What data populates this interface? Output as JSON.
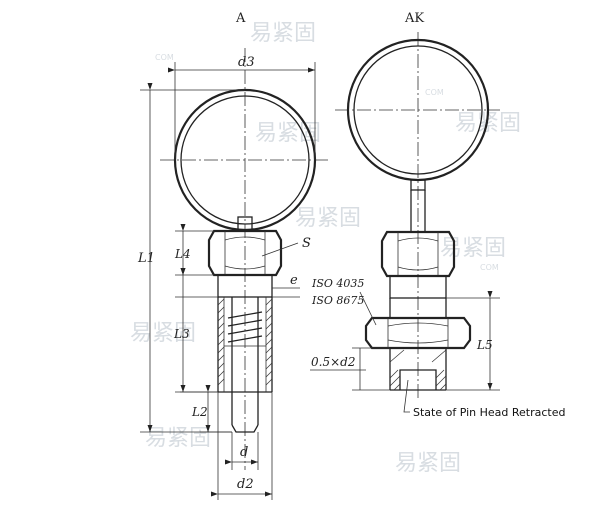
{
  "view_labels": {
    "left": "A",
    "right": "AK"
  },
  "dims": {
    "d3": "d3",
    "L1": "L1",
    "L4": "L4",
    "L3": "L3",
    "L2": "L2",
    "L5": "L5",
    "S": "S",
    "e": "e",
    "d": "d",
    "d2": "d2"
  },
  "specs": {
    "iso1": "ISO 4035",
    "iso2": "ISO 8675",
    "thread": "0.5×d2"
  },
  "note": "State of Pin Head Retracted",
  "watermark": {
    "text": "易紧固",
    "small": "COM"
  }
}
